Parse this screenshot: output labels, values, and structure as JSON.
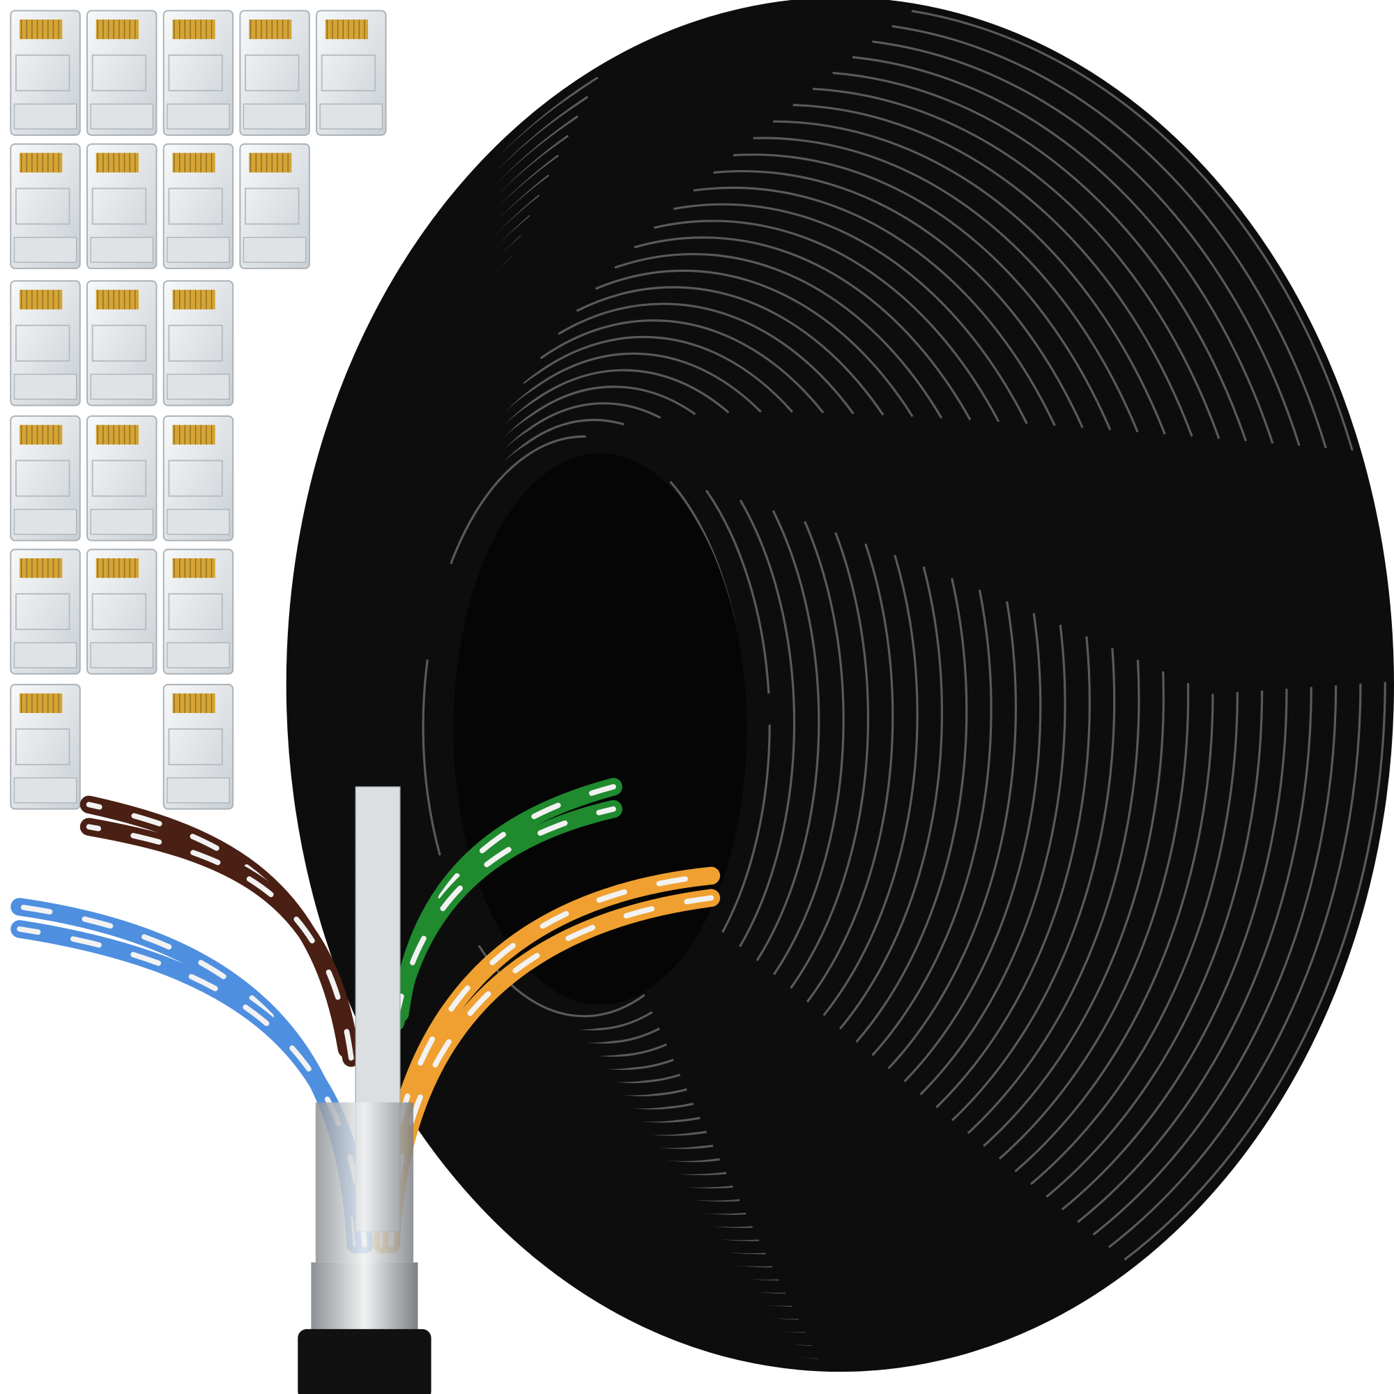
{
  "scene": {
    "subject": "cable-coil-with-connectors",
    "background_color": "#ffffff",
    "coil": {
      "jacket_color": "#0d0d0d",
      "highlight_color": "#9a9a9a"
    },
    "connectors": {
      "rows": [
        5,
        4,
        3,
        3,
        3,
        2
      ],
      "body_color": "#e8ecef",
      "contact_color": "#d4a437"
    },
    "cable_end": {
      "jacket_color": "#111111",
      "shield_color": "#b9bcbf",
      "wire_pairs": [
        {
          "name": "brown",
          "color": "#4a1f14"
        },
        {
          "name": "blue",
          "color": "#4f8fe0"
        },
        {
          "name": "green",
          "color": "#1f8a2e"
        },
        {
          "name": "orange",
          "color": "#f0a030"
        }
      ],
      "stripe_color": "#f2f2f2"
    }
  }
}
